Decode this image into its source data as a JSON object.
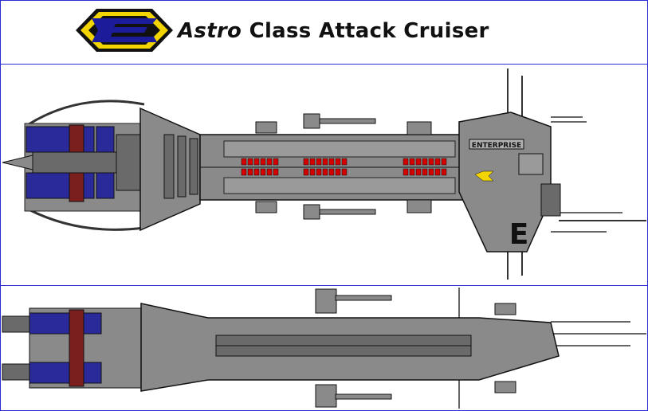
{
  "header": {
    "title_italic": "Astro",
    "title_rest": " Class Attack Cruiser"
  },
  "ship": {
    "name_plate": "ENTERPRISE",
    "hull_letter": "E"
  },
  "colors": {
    "frame": "#2b2bd6",
    "hull": "#8a8a8a",
    "hull_dark": "#5c5c5c",
    "engine_blue": "#2a2a9a",
    "engine_red": "#7a1e1e",
    "lights": "#d40000",
    "logo_yellow": "#f2d400",
    "logo_blue": "#1c1c9a"
  },
  "icons": {
    "logo": "astro-emblem-icon"
  }
}
